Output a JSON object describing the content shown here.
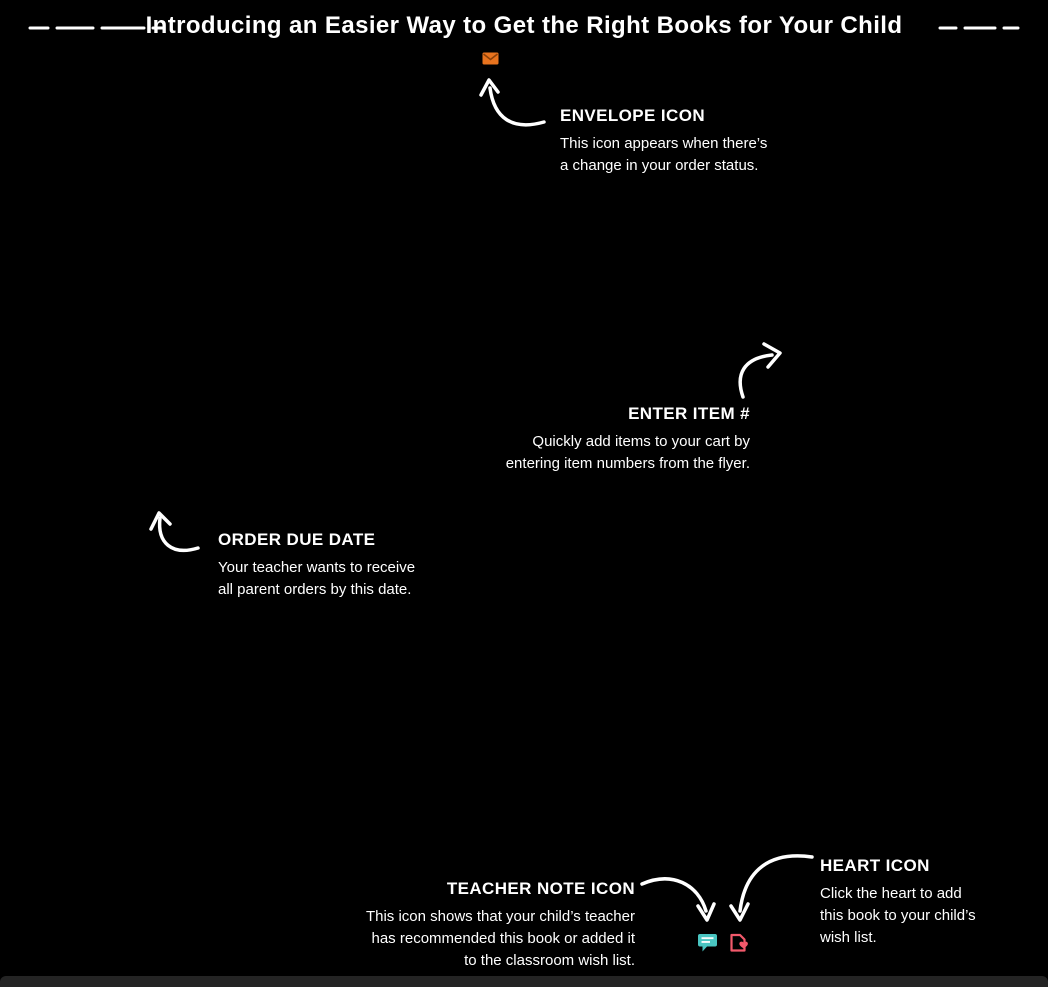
{
  "page": {
    "title": "Introducing an Easier Way to Get the Right Books for Your Child",
    "background_color": "#000000",
    "text_color": "#ffffff"
  },
  "callouts": {
    "envelope": {
      "heading": "ENVELOPE ICON",
      "line1": "This icon appears when there’s",
      "line2": "a change in your order status.",
      "icon_color": "#e8731e",
      "icon_detail_color": "#8a4008"
    },
    "enter_item": {
      "heading": "ENTER ITEM #",
      "line1": "Quickly add items to your cart by",
      "line2": "entering item numbers from the flyer."
    },
    "order_due_date": {
      "heading": "ORDER DUE DATE",
      "line1": "Your teacher wants to receive",
      "line2": "all parent orders by this date."
    },
    "teacher_note": {
      "heading": "TEACHER NOTE ICON",
      "line1": "This icon shows that your child’s teacher",
      "line2": "has recommended this book or added it",
      "line3": "to the classroom wish list.",
      "icon_color": "#49c5c1"
    },
    "heart": {
      "heading": "HEART ICON",
      "line1": "Click the heart to add",
      "line2": "this book to your child’s",
      "line3": "wish list.",
      "icon_color": "#f2596b"
    }
  }
}
